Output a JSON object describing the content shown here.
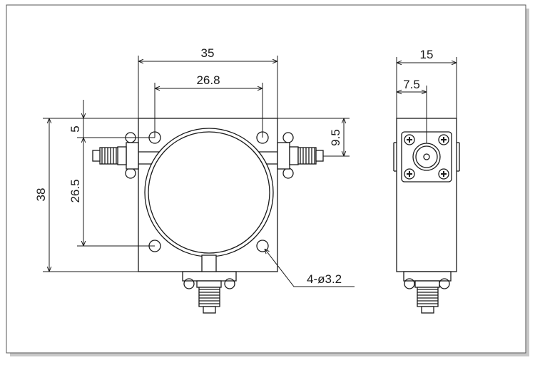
{
  "dimensions": {
    "front_width": "35",
    "hole_spacing_width": "26.8",
    "top_hole_offset": "5",
    "front_height": "38",
    "hole_spacing_height": "26.5",
    "port_offset": "9.5",
    "hole_callout": "4-ø3.2",
    "side_width": "15",
    "side_center": "7.5"
  },
  "colors": {
    "line": "#1a1a1a",
    "fill": "#ffffff",
    "frame_shadow": "#c8c8c8"
  }
}
